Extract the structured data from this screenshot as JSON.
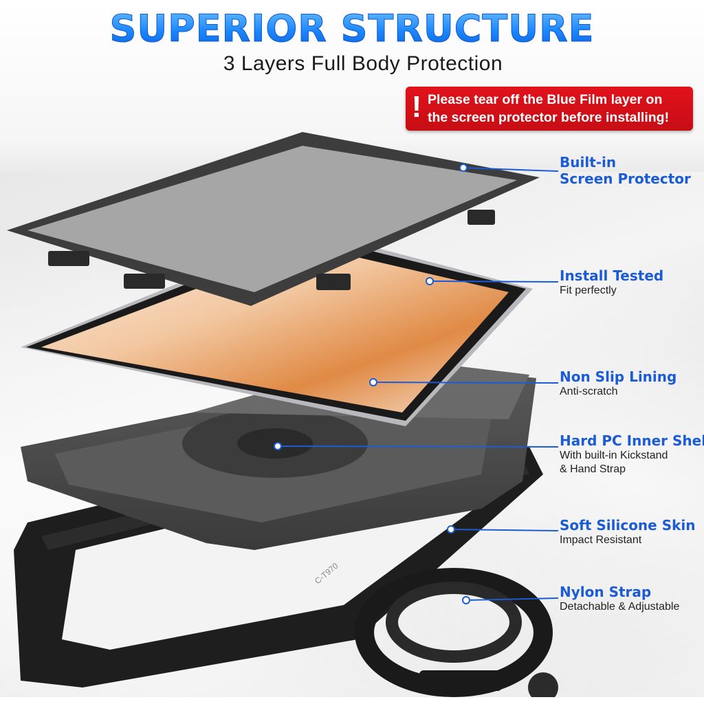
{
  "header": {
    "title": "SUPERIOR STRUCTURE",
    "subtitle": "3 Layers Full Body Protection"
  },
  "warning": {
    "line1": "Please tear off the Blue Film layer on",
    "line2": "the screen protector before installing!"
  },
  "callouts": [
    {
      "title_line1": "Built-in",
      "title_line2": "Screen Protector"
    },
    {
      "title": "Install Tested",
      "sub": "Fit perfectly"
    },
    {
      "title": "Non Slip Lining",
      "sub": "Anti-scratch"
    },
    {
      "title": "Hard PC Inner Shell",
      "sub_line1": "With built-in Kickstand",
      "sub_line2": "& Hand Strap"
    },
    {
      "title": "Soft Silicone Skin",
      "sub": "Impact Resistant"
    },
    {
      "title": "Nylon Strap",
      "sub": "Detachable & Adjustable"
    }
  ],
  "product": {
    "frame_mark": "C-T970"
  },
  "colors": {
    "accent_blue": "#1b5cd6",
    "warning_red": "#d7101a",
    "case_black": "#1c1c1c",
    "wallpaper_orange": "#e89a55"
  }
}
